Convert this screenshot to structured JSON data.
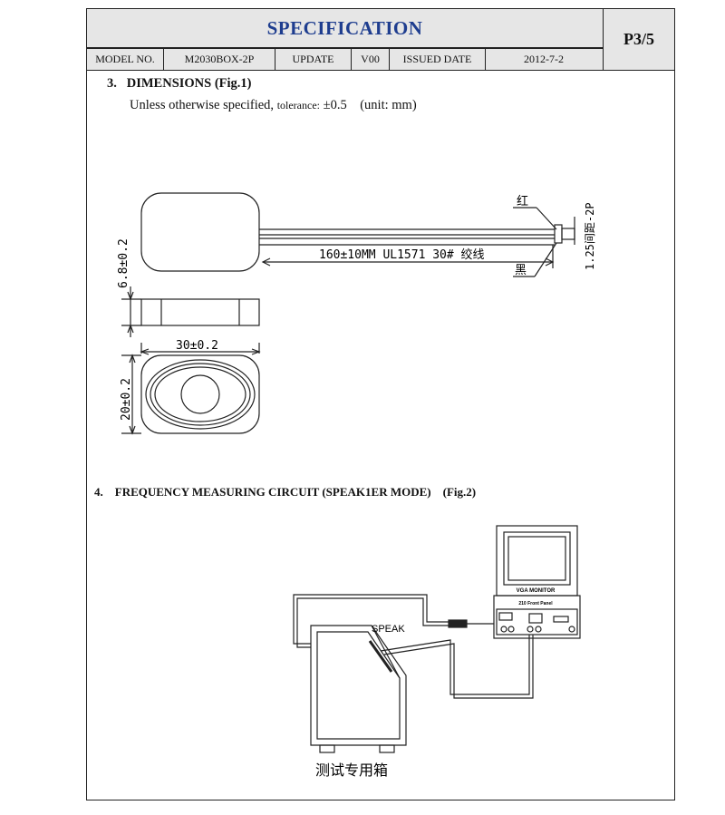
{
  "header": {
    "title": "SPECIFICATION",
    "page": "P3/5",
    "model_label": "MODEL NO.",
    "model_value": "M2030BOX-2P",
    "update_label": "UPDATE",
    "update_value": "V00",
    "issued_label": "ISSUED DATE",
    "issued_value": "2012-7-2"
  },
  "section3": {
    "number": "3.",
    "title": "DIMENSIONS (Fig.1)",
    "note_main": "Unless otherwise specified,",
    "note_small": "tolerance:",
    "note_value": "±0.5",
    "note_unit": "(unit: mm)"
  },
  "fig1": {
    "height_dim": "6.8±0.2",
    "width_dim": "30±0.2",
    "depth_dim": "20±0.2",
    "cable_spec": "160±10MM  UL1571 30# 绞线",
    "red_wire": "红",
    "black_wire": "黑",
    "connector": "1.25间距-2P"
  },
  "section4": {
    "number": "4.",
    "title": "FREQUENCY MEASURING CIRCUIT (SPEAK1ER MODE)",
    "fig": "(Fig.2)"
  },
  "fig2": {
    "speak_label": "SPEAK",
    "monitor_label": "VGA  MONITOR",
    "panel_label": "210 Front Panel",
    "box_caption": "测试专用箱"
  }
}
